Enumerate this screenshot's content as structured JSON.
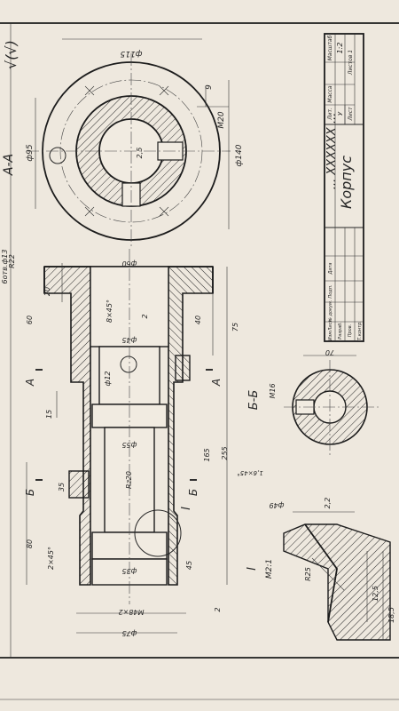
{
  "title_block": {
    "designation": "... XXXXXX ...",
    "part_name": "Корпус",
    "col_lit": "Лит.",
    "col_mass": "Масса",
    "col_scale": "Масштаб",
    "lit_value": "У",
    "scale_value": "1:2",
    "sheet_label": "Лист",
    "sheets_label": "Листов 1",
    "rows": [
      "Изм",
      "Лист",
      "№ докум.",
      "Подп.",
      "Дата"
    ],
    "row_roles": [
      "Разраб.",
      "Пров.",
      "Т.контр."
    ]
  },
  "roughness_note": "√(√)",
  "view_aa": {
    "label": "А-А",
    "d_outer": "ф115",
    "d_bolt": "ф95",
    "d_flange": "ф140",
    "thread": "М20",
    "depth": "9",
    "roughness": "2,5"
  },
  "main_view": {
    "dims": {
      "flange_holes": "6отв.ф13",
      "r22": "R22",
      "w20": "20",
      "h60": "60",
      "d60": "ф60",
      "chamfer_top": "8×45°",
      "r2": "2",
      "d45": "ф45",
      "h40": "40",
      "h75": "75",
      "d12": "ф12",
      "h15": "15",
      "d55": "ф55",
      "h165": "165",
      "h255": "255",
      "rz20": "Rz20",
      "h35": "35",
      "h80": "80",
      "chamfer_bot": "2×45°",
      "d35": "ф35",
      "h45": "45",
      "thread_bot": "М48×2",
      "d75": "ф75",
      "r2b": "2"
    },
    "section_a": "А",
    "section_b": "Б",
    "detail_callout": "I"
  },
  "view_bb": {
    "label": "Б-Б",
    "thread": "М16",
    "width": "70",
    "chamfer": "1,6×45°"
  },
  "detail_i": {
    "label": "I",
    "scale": "М2:1",
    "diameter": "ф49",
    "roughness": "2,2",
    "radius": "R25",
    "dim_a": "12,5",
    "dim_b": "18,5"
  }
}
